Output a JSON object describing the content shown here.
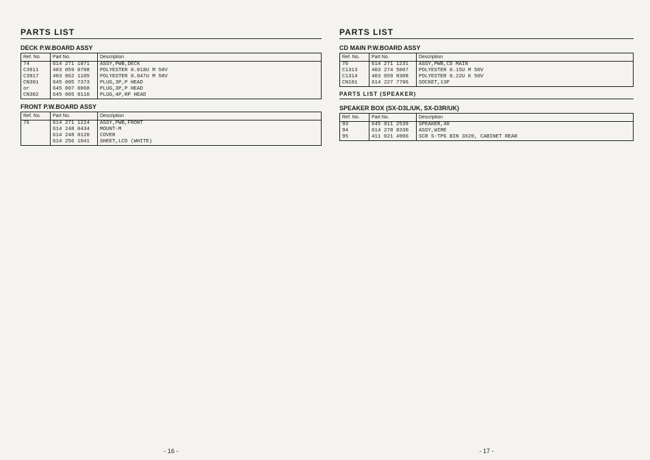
{
  "left_page": {
    "heading": "PARTS LIST",
    "deck_title": "DECK P.W.BOARD ASSY",
    "headers": {
      "ref": "Ref. No.",
      "part": "Part No.",
      "desc": "Description"
    },
    "deck_rows": [
      {
        "ref": "74",
        "part": "614 271 1071",
        "desc": "ASSY,PWB,DECK"
      },
      {
        "ref": "C3911",
        "part": "403 059 0708",
        "desc": "POLYESTER 0.018U M 50V"
      },
      {
        "ref": "C3917",
        "part": "403 062 1105",
        "desc": "POLYESTER 0.047U M 50V"
      },
      {
        "ref": "CN301",
        "part": "645 005 7373",
        "desc": "PLUG,3P,P HEAD"
      },
      {
        "ref": "or",
        "part": "645 007 0068",
        "desc": "PLUG,3P,P HEAD"
      },
      {
        "ref": "CN302",
        "part": "645 005 8110",
        "desc": "PLUG,4P,RP HEAD"
      }
    ],
    "front_title": "FRONT P.W.BOARD ASSY",
    "front_rows": [
      {
        "ref": "76",
        "part": "614 271 1224",
        "desc": "ASSY,PWB,FRONT"
      },
      {
        "ref": "",
        "part": "614 248 0434",
        "desc": "MOUNT-M"
      },
      {
        "ref": "",
        "part": "614 248 0120",
        "desc": "COVER"
      },
      {
        "ref": "",
        "part": "614 256 1041",
        "desc": "SHEET,LCD (WHITE)"
      }
    ],
    "page_number": "- 16 -"
  },
  "right_page": {
    "heading": "PARTS LIST",
    "cd_title": "CD MAIN P.W.BOARD ASSY",
    "cd_rows": [
      {
        "ref": "76",
        "part": "614 271 1231",
        "desc": "ASSY,PWB,CD MAIN"
      },
      {
        "ref": "C1313",
        "part": "403 274 5007",
        "desc": "POLYESTER 0.15U M 50V"
      },
      {
        "ref": "C1314",
        "part": "403 059 8308",
        "desc": "POLYESTER 0.22U K 50V"
      },
      {
        "ref": "CN101",
        "part": "614 227 7706",
        "desc": "SOCKET,13P"
      }
    ],
    "speaker_heading": "PARTS LIST (SPEAKER)",
    "speaker_title": "SPEAKER BOX (SX-D3L/UK, SX-D3R/UK)",
    "speaker_rows": [
      {
        "ref": "93",
        "part": "645 011 2539",
        "desc": "SPEAKER,40"
      },
      {
        "ref": "94",
        "part": "614 278 8330",
        "desc": "ASSY,WIRE"
      },
      {
        "ref": "95",
        "part": "411 021 4906",
        "desc": "SCR S-TPG BIN 3X20, CABINET REAR"
      }
    ],
    "page_number": "- 17 -"
  }
}
